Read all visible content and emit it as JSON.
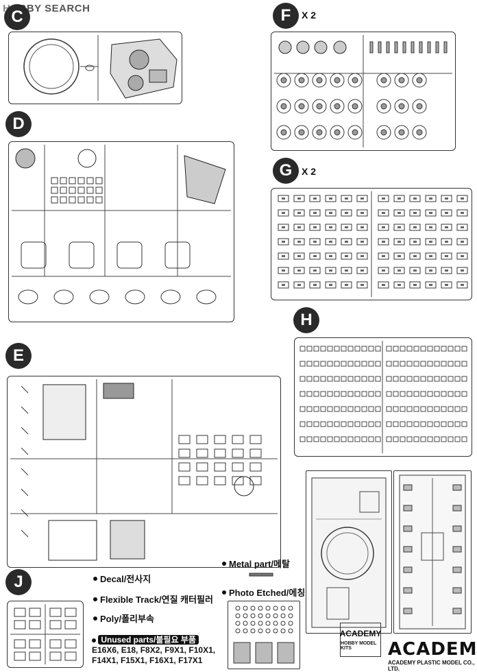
{
  "watermark": {
    "prefix": "HO",
    "rest": "BBY SEARCH"
  },
  "sprues": {
    "c": {
      "letter": "C"
    },
    "d": {
      "letter": "D"
    },
    "e": {
      "letter": "E"
    },
    "f": {
      "letter": "F",
      "multiplier": "X 2"
    },
    "g": {
      "letter": "G",
      "multiplier": "X 2"
    },
    "h": {
      "letter": "H"
    },
    "j": {
      "letter": "J"
    }
  },
  "legend": {
    "metal": "Metal part/메탈",
    "decal": "Decal/전사지",
    "track": "Flexible Track/연질 캐터필러",
    "photo": "Photo Etched/에칭",
    "poly": "Poly/폴리부속"
  },
  "unused": {
    "heading": "Unused parts/불필요 부품",
    "line1": "E16X6, E18, F8X2, F9X1, F10X1,",
    "line2": "F14X1, F15X1, F16X1, F17X1"
  },
  "brand": {
    "small_logo": "ACADEMY",
    "small_sub": "HOBBY MODEL KITS",
    "big_logo": "ACADEMY",
    "company": "ACADEMY PLASTIC MODEL CO., LTD."
  }
}
